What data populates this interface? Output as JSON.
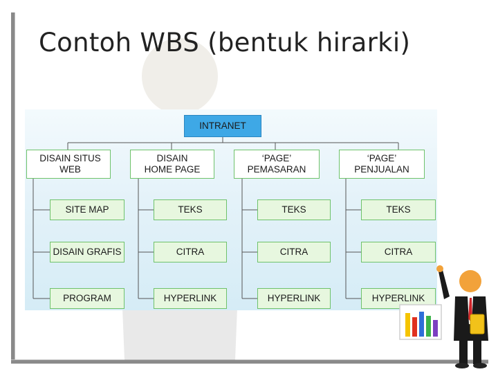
{
  "slide": {
    "title": "Contoh WBS (bentuk hirarki)"
  },
  "wbs": {
    "root": "INTRANET",
    "columns": [
      {
        "header": "DISAIN SITUS WEB",
        "items": [
          "SITE MAP",
          "DISAIN GRAFIS",
          "PROGRAM"
        ]
      },
      {
        "header": "DISAIN\nHOME PAGE",
        "items": [
          "TEKS",
          "CITRA",
          "HYPERLINK"
        ]
      },
      {
        "header": "‘PAGE’\nPEMASARAN",
        "items": [
          "TEKS",
          "CITRA",
          "HYPERLINK"
        ]
      },
      {
        "header": "‘PAGE’\nPENJUALAN",
        "items": [
          "TEKS",
          "CITRA",
          "HYPERLINK"
        ]
      }
    ]
  },
  "colors": {
    "root_fill": "#3ea8e6",
    "box_border": "#6ec26a",
    "task_fill": "#e7f7df",
    "diagram_bg": "#e4f2f9",
    "connector": "#555555"
  },
  "decor": {
    "background_icon": "person-silhouette-icon",
    "mascot_icon": "presenter-with-bar-chart-icon"
  }
}
